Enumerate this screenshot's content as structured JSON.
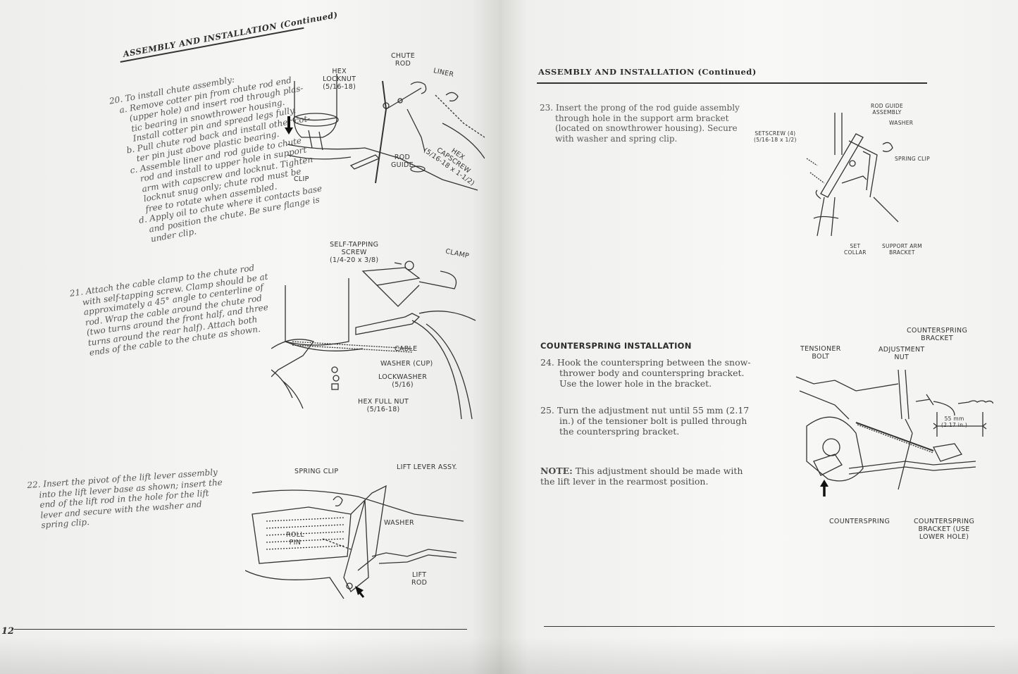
{
  "left_page": {
    "header": "ASSEMBLY AND INSTALLATION (Continued)",
    "page_number": "12",
    "step20": {
      "lines": [
        "20. To install chute assembly:",
        "a. Remove cotter pin from chute rod end",
        "(upper hole) and insert rod through plas-",
        "tic bearing in snowthrower housing.",
        "Install cotter pin and spread legs fully.",
        "b. Pull chute rod back and install other cot-",
        "ter pin just above plastic bearing.",
        "c. Assemble liner and rod guide to chute",
        "rod and install to upper hole in support",
        "arm with capscrew and locknut. Tighten",
        "locknut snug only; chute rod must be",
        "free to rotate when assembled.",
        "d. Apply oil to chute where it contacts base",
        "and position the chute. Be sure flange is",
        "under clip."
      ],
      "labels": {
        "chute_rod": [
          "CHUTE",
          "ROD"
        ],
        "liner": "LINER",
        "hex_locknut": [
          "HEX",
          "LOCKNUT",
          "(5/16-18)"
        ],
        "hex_capscrew": [
          "HEX",
          "CAPSCREW",
          "(5/16-18 x 1-1/2)"
        ],
        "rod_guide": [
          "ROD",
          "GUIDE"
        ],
        "clip": "CLIP"
      }
    },
    "step21": {
      "lines": [
        "21. Attach the cable clamp to the chute rod",
        "with self-tapping screw. Clamp should be at",
        "approximately a 45° angle to centerline of",
        "rod. Wrap the cable around the chute rod",
        "(two turns around the front half, and three",
        "turns around the rear half). Attach both",
        "ends of the cable to the chute as shown."
      ],
      "labels": {
        "self_tapping_screw": [
          "SELF-TAPPING",
          "SCREW",
          "(1/4-20 x 3/8)"
        ],
        "clamp": "CLAMP",
        "cable": "CABLE",
        "washer_cup": "WASHER (CUP)",
        "lockwasher": [
          "LOCKWASHER",
          "(5/16)"
        ],
        "hex_full_nut": [
          "HEX FULL NUT",
          "(5/16-18)"
        ]
      }
    },
    "step22": {
      "lines": [
        "22. Insert the pivot of the lift lever assembly",
        "into the lift lever base as shown; insert the",
        "end of the lift rod in the hole for the lift",
        "lever and secure with the washer and",
        "spring clip."
      ],
      "labels": {
        "spring_clip": "SPRING CLIP",
        "lift_lever_assy": "LIFT LEVER ASSY.",
        "washer": "WASHER",
        "roll_pin": [
          "ROLL",
          "PIN"
        ],
        "lift_rod": [
          "LIFT",
          "ROD"
        ]
      }
    }
  },
  "right_page": {
    "header": "ASSEMBLY AND INSTALLATION (Continued)",
    "step23": {
      "lines": [
        "23. Insert the prong of the rod guide assembly",
        "through hole in the support arm bracket",
        "(located on snowthrower housing). Secure",
        "with washer and spring clip."
      ],
      "labels": {
        "rod_guide_assembly": [
          "ROD GUIDE",
          "ASSEMBLY"
        ],
        "washer": "WASHER",
        "setscrew": [
          "SETSCREW (4)",
          "(5/16-18 x 1/2)"
        ],
        "spring_clip": "SPRING CLIP",
        "set_collar": [
          "SET",
          "COLLAR"
        ],
        "support_arm_bracket": [
          "SUPPORT ARM",
          "BRACKET"
        ]
      }
    },
    "counterspring": {
      "heading": "COUNTERSPRING INSTALLATION",
      "step24": [
        "24. Hook the counterspring between the snow-",
        "thrower body and counterspring bracket.",
        "Use the lower hole in the bracket."
      ],
      "step25": [
        "25. Turn the adjustment nut until 55 mm (2.17",
        "in.) of the tensioner bolt is pulled through",
        "the counterspring bracket."
      ],
      "note_label": "NOTE:",
      "note_lines": [
        " This adjustment should be made with",
        "the lift lever in the rearmost position."
      ],
      "labels": {
        "counterspring_bracket": [
          "COUNTERSPRING",
          "BRACKET"
        ],
        "tensioner_bolt": [
          "TENSIONER",
          "BOLT"
        ],
        "adjustment_nut": [
          "ADJUSTMENT",
          "NUT"
        ],
        "measure": [
          "55 mm",
          "(2.17 in.)"
        ],
        "counterspring": "COUNTERSPRING",
        "counterspring_bracket_lower": [
          "COUNTERSPRING",
          "BRACKET (USE",
          "LOWER HOLE)"
        ]
      }
    }
  }
}
